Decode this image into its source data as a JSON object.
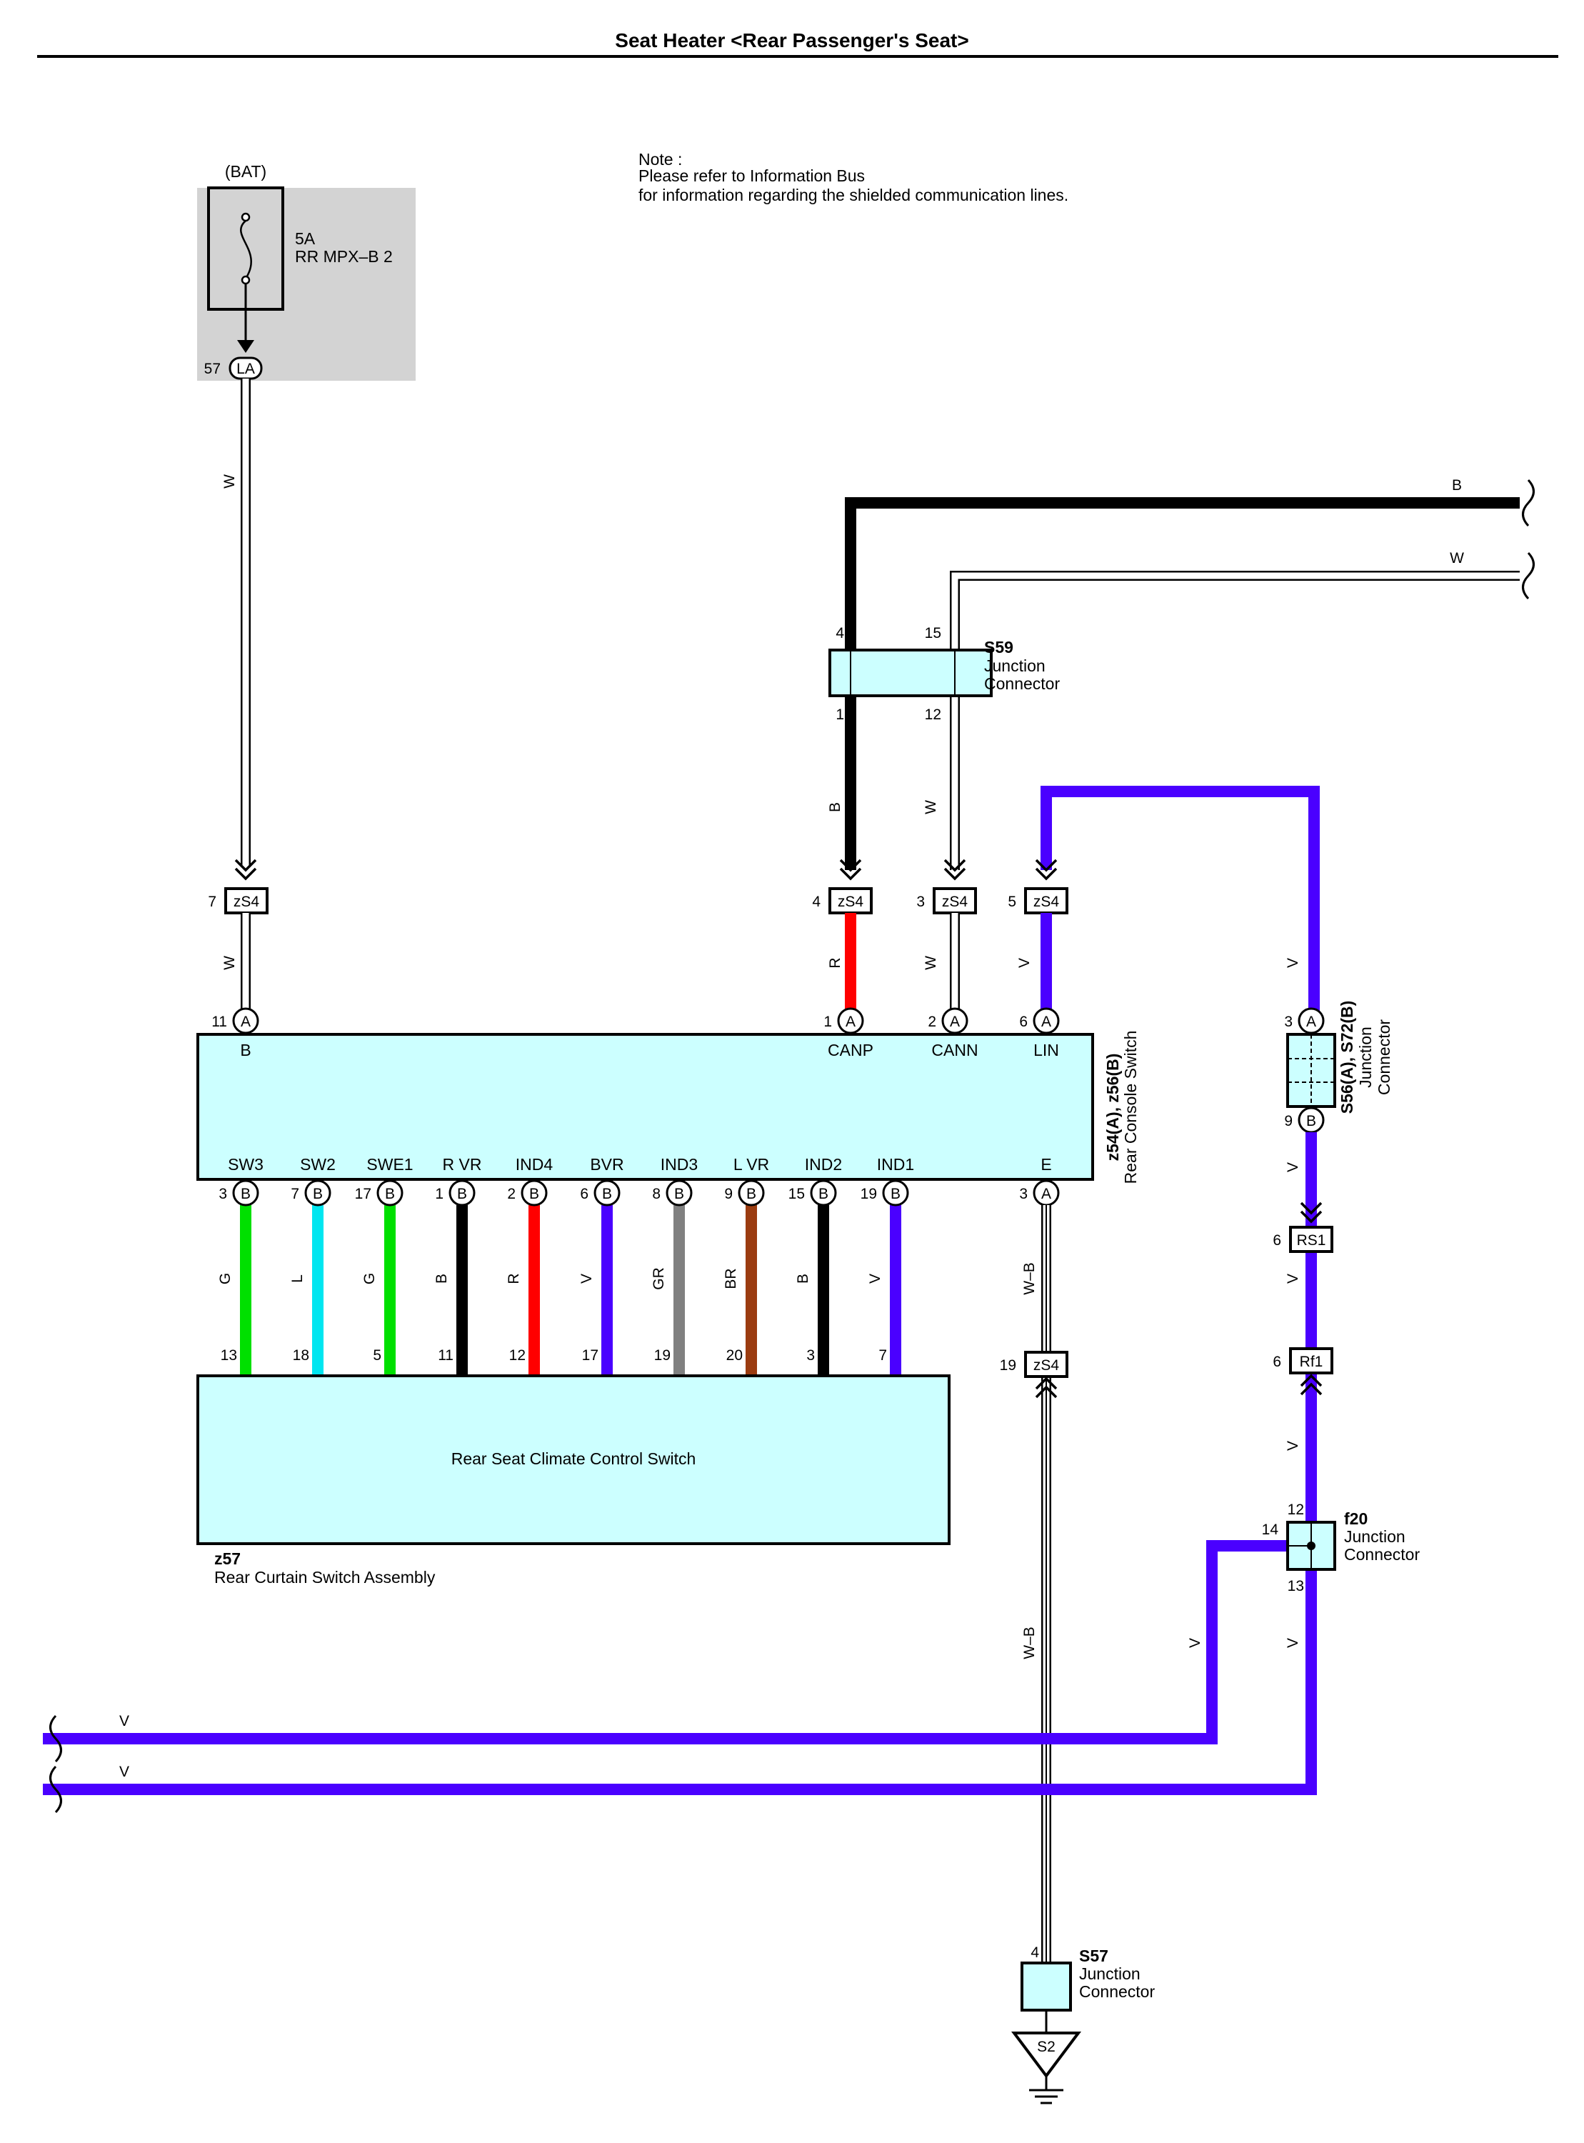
{
  "title": "Seat Heater <Rear Passenger's Seat>",
  "note": {
    "line1": "Note :",
    "line2": "Please refer to Information Bus",
    "line3": "for information regarding the shielded communication lines."
  },
  "fuse": {
    "source": "(BAT)",
    "rating": "5A",
    "name": "RR MPX–B 2",
    "pin": "57",
    "connector": "LA",
    "wire_color": "W"
  },
  "wire_colors": {
    "W": "#ffffff",
    "B": "#000000",
    "R": "#ff0000",
    "V": "#4a00ff",
    "G": "#00e000",
    "L": "#00e6f0",
    "GR": "#808080",
    "BR": "#9b3c10",
    "panel": "#d3d3d3",
    "component": "#ccffff"
  },
  "right_wires": {
    "top": "B",
    "second": "W"
  },
  "s59": {
    "code": "S59",
    "line1": "Junction",
    "line2": "Connector",
    "pin_top_left": "4",
    "pin_top_right": "15",
    "pin_bottom_left": "1",
    "pin_bottom_right": "12",
    "wire_left": "B",
    "wire_right": "W"
  },
  "zs4_top": [
    {
      "pin": "7",
      "label": "zS4",
      "wire": "W"
    },
    {
      "pin": "4",
      "label": "zS4",
      "wire": "R"
    },
    {
      "pin": "3",
      "label": "zS4",
      "wire": "W"
    },
    {
      "pin": "5",
      "label": "zS4",
      "wire": "V"
    }
  ],
  "console_switch": {
    "code": "z54(A), z56(B)",
    "name": "Rear Console Switch",
    "top_pins": [
      {
        "pin": "11",
        "conn": "A",
        "label": "B"
      },
      {
        "pin": "1",
        "conn": "A",
        "label": "CANP"
      },
      {
        "pin": "2",
        "conn": "A",
        "label": "CANN"
      },
      {
        "pin": "6",
        "conn": "A",
        "label": "LIN"
      }
    ],
    "bottom_pins": [
      {
        "pin": "3",
        "conn": "B",
        "label": "SW3",
        "wire": "G",
        "pin2": "13"
      },
      {
        "pin": "7",
        "conn": "B",
        "label": "SW2",
        "wire": "L",
        "pin2": "18"
      },
      {
        "pin": "17",
        "conn": "B",
        "label": "SWE1",
        "wire": "G",
        "pin2": "5"
      },
      {
        "pin": "1",
        "conn": "B",
        "label": "R VR",
        "wire": "B",
        "pin2": "11"
      },
      {
        "pin": "2",
        "conn": "B",
        "label": "IND4",
        "wire": "R",
        "pin2": "12"
      },
      {
        "pin": "6",
        "conn": "B",
        "label": "BVR",
        "wire": "V",
        "pin2": "17"
      },
      {
        "pin": "8",
        "conn": "B",
        "label": "IND3",
        "wire": "GR",
        "pin2": "19"
      },
      {
        "pin": "9",
        "conn": "B",
        "label": "L VR",
        "wire": "BR",
        "pin2": "20"
      },
      {
        "pin": "15",
        "conn": "B",
        "label": "IND2",
        "wire": "B",
        "pin2": "3"
      },
      {
        "pin": "19",
        "conn": "B",
        "label": "IND1",
        "wire": "V",
        "pin2": "7"
      }
    ],
    "e_pin": {
      "pin": "3",
      "conn": "A",
      "label": "E"
    }
  },
  "climate_switch": {
    "name": "Rear Seat Climate Control Switch",
    "code": "z57",
    "assembly": "Rear Curtain Switch Assembly"
  },
  "ground_path": {
    "wire_upper": "W–B",
    "zs4_pin": "19",
    "zs4_label": "zS4",
    "wire_lower": "W–B",
    "s57_pin": "4",
    "s57_code": "S57",
    "s57_line1": "Junction",
    "s57_line2": "Connector",
    "ground": "S2"
  },
  "s56": {
    "code": "S56(A), S72(B)",
    "line1": "Junction",
    "line2": "Connector",
    "pin_top": "3",
    "conn_top": "A",
    "pin_bottom": "9",
    "conn_bottom": "B",
    "wire_top": "V",
    "wire_bottom": "V"
  },
  "rs1": {
    "pin": "6",
    "label": "RS1",
    "wire": "V"
  },
  "rf1": {
    "pin": "6",
    "label": "Rf1",
    "wire": "V"
  },
  "f20": {
    "code": "f20",
    "line1": "Junction",
    "line2": "Connector",
    "pin_top": "12",
    "pin_left": "14",
    "pin_bottom": "13",
    "wire_left": "V",
    "wire_bottom": "V"
  },
  "bottom_wires": {
    "upper": "V",
    "lower": "V"
  }
}
